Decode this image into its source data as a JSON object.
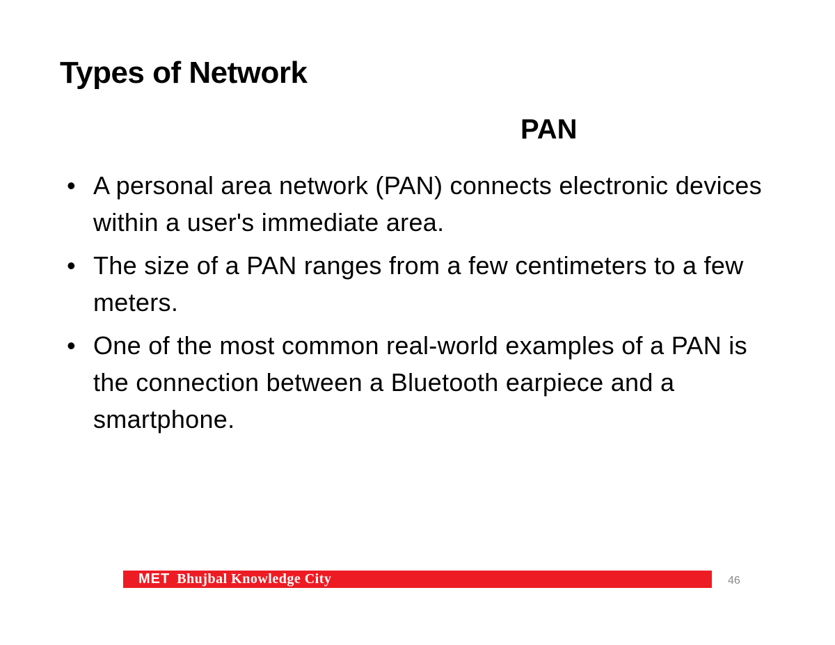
{
  "title": "Types of Network",
  "subtitle": "PAN",
  "bullets": [
    "A personal area network (PAN) connects electronic devices within a user's immediate area.",
    "The size of a PAN ranges from a few centimeters to a few meters.",
    "One of the most common real-world examples of a PAN is the connection between a Bluetooth earpiece and a smartphone."
  ],
  "footer": {
    "logo": "MET",
    "name": "Bhujbal Knowledge City",
    "bar_color": "#ed1c24"
  },
  "page_number": "46"
}
